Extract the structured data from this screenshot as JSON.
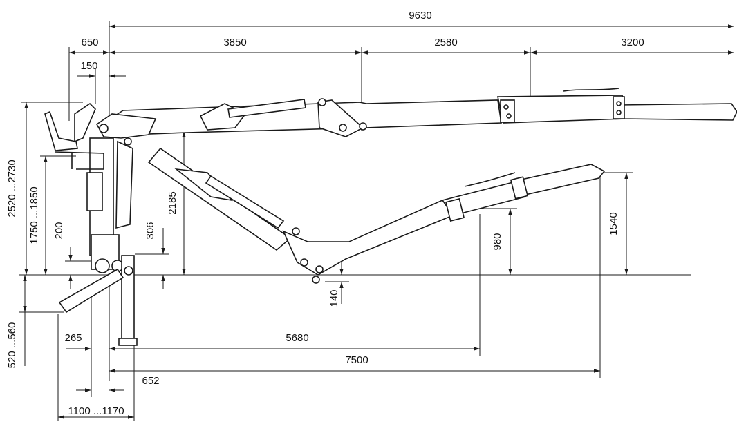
{
  "dimensions": {
    "overall_reach": "9630",
    "column_offset": "650",
    "boom_1": "3850",
    "boom_2": "2580",
    "boom_3": "3200",
    "pivot_offset": "150",
    "seat_height_range": "2520 ...2730",
    "platform_height_range": "1750 ...1850",
    "leg_offset": "200",
    "base_height": "306",
    "pivot_height": "2185",
    "tip_height_lowered": "140",
    "stowed_height": "980",
    "tip_height_stowed": "1540",
    "outrigger_depth_range": "520 ...560",
    "outrigger_offset": "265",
    "stowed_reach": "5680",
    "stowed_tip_reach": "7500",
    "base_offset": "652",
    "base_width_range": "1100 ...1170"
  },
  "colors": {
    "line": "#1a1a1a",
    "background": "#ffffff"
  }
}
